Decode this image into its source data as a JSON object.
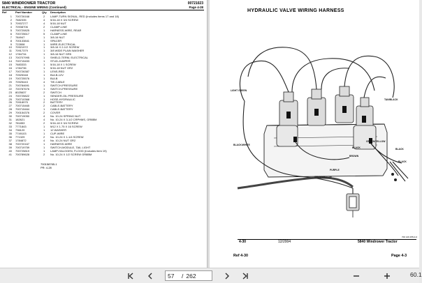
{
  "left_page": {
    "title": "5840 WINDROWER TRACTOR",
    "code": "00721023",
    "subtitle": "ELECTRICAL - ENGINE WIRING (Continued)",
    "page_num": "Page 4-28",
    "headers": {
      "ref": "Ref",
      "part": "Part Number",
      "qty": "Qty",
      "desc": "Description"
    },
    "rows": [
      [
        "1",
        "700726168",
        "2",
        "LAMP-TURN SIGNAL, RED (Includes items 17 and 18)"
      ],
      [
        "2",
        "7682335",
        "4",
        "5/16-18 X 3/4 SCREW"
      ],
      [
        "3",
        "70937277",
        "4",
        "5/16-18 NUT"
      ],
      [
        "4",
        "70938706",
        "2",
        "CLAMP-LINE"
      ],
      [
        "5",
        "700720825",
        "1",
        "HARNESS-WIRE, REAR"
      ],
      [
        "6",
        "700725617",
        "5",
        "CLAMP-LINE"
      ],
      [
        "7",
        "784947",
        "1",
        "3/8-16 NUT"
      ],
      [
        "8",
        "700133841",
        "1",
        "SPACER"
      ],
      [
        "9",
        "722808",
        "1",
        "WIRE-ELECTRICAL"
      ],
      [
        "10",
        "70921972",
        "1",
        "3/8-16 X 2-1/2 SCREW"
      ],
      [
        "11",
        "70917379",
        "1",
        "3/8 WIDE PLAIN WASHER"
      ],
      [
        "12",
        "1784734",
        "1",
        "3/8-16 NUT GR5"
      ],
      [
        "13",
        "700707995",
        "1",
        "SHIELD-TERM, ELECTRICAL"
      ],
      [
        "14",
        "700715453",
        "1",
        "STUD-JUMPER"
      ],
      [
        "15",
        "7683333",
        "1",
        "5/16-18 X 1 SCREW"
      ],
      [
        "16",
        "1784736",
        "1",
        "5/16-18 NUT GR2"
      ],
      [
        "17",
        "700726387",
        "1",
        "LENS-RED"
      ],
      [
        "18",
        "70925348",
        "1",
        "BULB-12V"
      ],
      [
        "19",
        "700725576",
        "1",
        "BULB"
      ],
      [
        "20",
        "70925443",
        "4",
        "TIE-CABLE"
      ],
      [
        "21",
        "700784691",
        "1",
        "SWITCH-PRESSURE"
      ],
      [
        "22",
        "700787676",
        "1",
        "SWITCH-PRESSURE"
      ],
      [
        "23",
        "8025637",
        "2",
        "SWITCH"
      ],
      [
        "24",
        "700725822",
        "1",
        "SENDER-OIL PRESSURE"
      ],
      [
        "25",
        "700710368",
        "1",
        "HOSE-HYDRAULIC"
      ],
      [
        "26",
        "70918975",
        "2",
        "BATTERY"
      ],
      [
        "27",
        "700715465",
        "2",
        "CABLE-BATTERY"
      ],
      [
        "28",
        "700715464",
        "1",
        "CABLE-BATTERY"
      ],
      [
        "29",
        "700154376",
        "2",
        "COVER"
      ],
      [
        "30",
        "700719050",
        "4",
        "No. 10-24 SPRING NUT"
      ],
      [
        "31",
        "182621",
        "4",
        "No. 10-24 X 3-1/2 CRPHMS, GR8BM"
      ],
      [
        "32",
        "781853",
        "2",
        "5/16-18 X 3/4 SCREW"
      ],
      [
        "33",
        "7771843",
        "1",
        "M12 X 1.75 X 16 SCREW"
      ],
      [
        "34",
        "736120",
        "1",
        "12 WASHER"
      ],
      [
        "35",
        "7749103",
        "1",
        "CUP-WIRE"
      ],
      [
        "36",
        "771329",
        "2",
        "No. 10-24 X 1-1/4 SCREW"
      ],
      [
        "37",
        "1784872",
        "4",
        "No. 10-24 NUT GR2"
      ],
      [
        "38",
        "700720167",
        "1",
        "HARNESS-WIRE"
      ],
      [
        "39",
        "700719759",
        "1",
        "SWITCH-MODULE, TAIL LIGHT"
      ],
      [
        "40",
        "700725819",
        "1",
        "LAMP-HALOGEN, FLOOD (Includes item 19)"
      ],
      [
        "41",
        "700789628",
        "2",
        "No. 10-24 X 1/2 SCREW GR8BM"
      ]
    ],
    "footnote": [
      "700158765-1",
      "PR: 4-28"
    ]
  },
  "right_page": {
    "title": "HYDRAULIC VALVE WIRING HARNESS",
    "labels": {
      "light_green": "LIGHT GREEN",
      "tan_black": "TAN/BLACK",
      "black_white": "BLACK/WHITE",
      "black1": "BLACK",
      "green_yellow": "GREEN/YELLOW",
      "black2": "BLACK",
      "brown": "BROWN",
      "black3": "BLACK",
      "purple": "PURPLE",
      "connector": "GRAY/YELLOW"
    },
    "fig_code": "700 126 255-0-0",
    "footer_left": "4-30",
    "footer_date": "12/2004",
    "footer_right": "5840 Windrower Tractor",
    "ref": "Ref  4-30",
    "page": "Page  4-3"
  },
  "toolbar": {
    "current_page": "57",
    "separator": "/",
    "total_pages": "262",
    "zoom": "60.1"
  }
}
